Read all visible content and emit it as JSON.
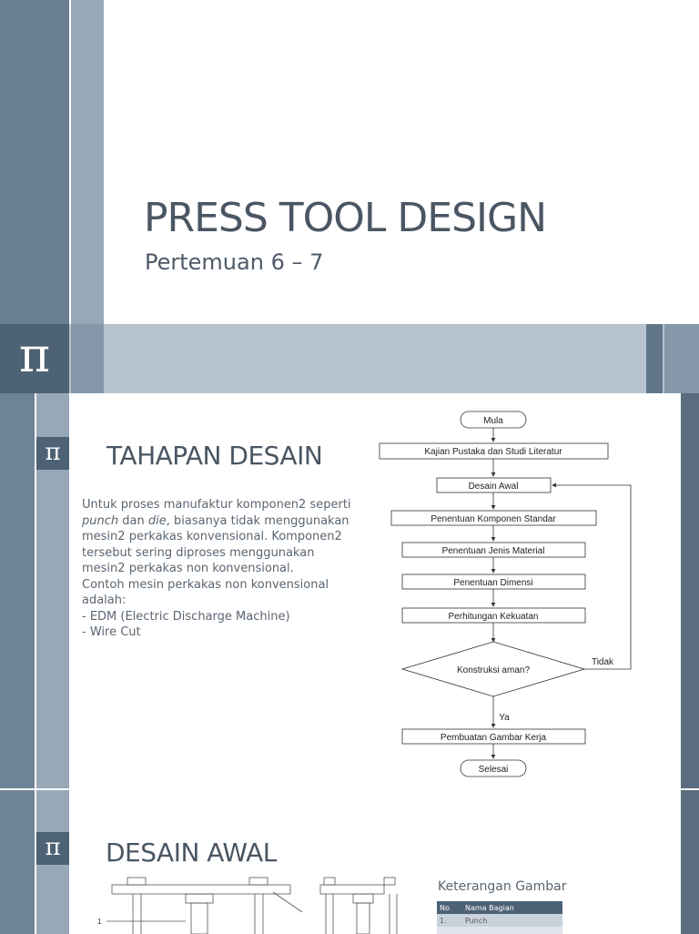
{
  "slide1": {
    "title": "PRESS TOOL DESIGN",
    "subtitle": "Pertemuan 6 – 7",
    "pi": "π"
  },
  "slide2": {
    "pi": "π",
    "title": "TAHAPAN DESAIN",
    "body": {
      "line1": "Untuk proses manufaktur komponen2 seperti",
      "line2_em1": "punch",
      "line2_mid": " dan ",
      "line2_em2": "die",
      "line2_rest": ", biasanya tidak menggunakan",
      "line3": "mesin2 perkakas konvensional. Komponen2",
      "line4": "tersebut sering diproses menggunakan",
      "line5": "mesin2 perkakas non konvensional.",
      "line6": "Contoh mesin perkakas non konvensional",
      "line7": "adalah:",
      "line8": "- EDM (Electric Discharge Machine)",
      "line9": "- Wire Cut"
    },
    "flowchart": {
      "start": "Mula",
      "step1": "Kajian Pustaka dan Studi Literatur",
      "step2": "Desain Awal",
      "step3": "Penentuan Komponen Standar",
      "step4": "Penentuan Jenis Material",
      "step5": "Penentuan Dimensi",
      "step6": "Perhitungan Kekuatan",
      "decision": "Konstruksi aman?",
      "no": "Tidak",
      "yes": "Ya",
      "step7": "Pembuatan Gambar Kerja",
      "end": "Selesai"
    }
  },
  "slide3": {
    "pi": "π",
    "title": "DESAIN AWAL",
    "legend_title": "Keterangan Gambar",
    "table": {
      "headers": [
        "No",
        "Nama Bagian"
      ],
      "rows": [
        [
          "1.",
          "Punch"
        ],
        [
          "",
          ""
        ]
      ]
    },
    "callout": "1"
  }
}
